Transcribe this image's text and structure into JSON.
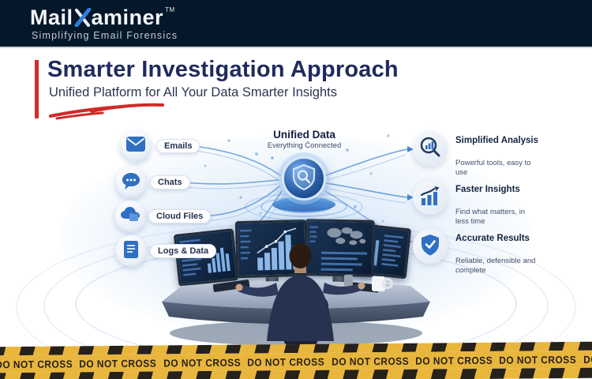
{
  "header": {
    "logo_prefix": "Mail",
    "logo_suffix": "aminer",
    "trademark": "TM",
    "tagline": "Simplifying Email Forensics"
  },
  "hero": {
    "title": "Smarter Investigation Approach",
    "subtitle": "Unified Platform for All Your Data Smarter Insights"
  },
  "diagram": {
    "sources": [
      {
        "label": "Emails",
        "icon": "envelope-icon"
      },
      {
        "label": "Chats",
        "icon": "chat-bubble-icon"
      },
      {
        "label": "Cloud Files",
        "icon": "cloud-icon"
      },
      {
        "label": "Logs & Data",
        "icon": "document-icon"
      }
    ],
    "hub": {
      "title": "Unified Data",
      "subtitle": "Everything Connected",
      "icon": "shield-magnifier-icon"
    },
    "benefits": [
      {
        "title": "Simplified Analysis",
        "description": "Powerful tools, easy to use",
        "icon": "magnifier-chart-icon"
      },
      {
        "title": "Faster Insights",
        "description": "Find what matters, in less time",
        "icon": "growth-chart-icon"
      },
      {
        "title": "Accurate Results",
        "description": "Reliable, defensible and complete",
        "icon": "shield-check-icon"
      }
    ]
  },
  "tape": {
    "label": "DO NOT CROSS",
    "repeat": 9
  },
  "colors": {
    "header_bg": "#051829",
    "title_navy": "#1f2a5e",
    "accent_red": "#d32d2d",
    "brand_blue": "#2f7de1",
    "icon_blue": "#2f6fc4",
    "tape_yellow": "#e9b63d",
    "tape_black": "#26211a"
  }
}
